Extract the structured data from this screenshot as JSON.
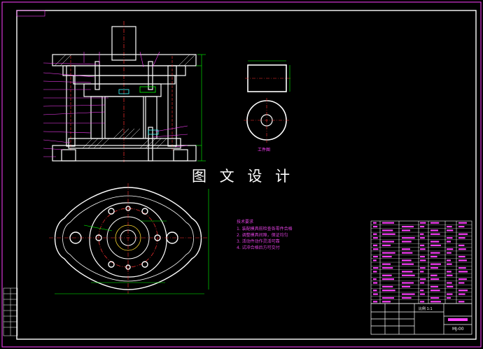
{
  "drawing": {
    "watermark": "图 文 设 计",
    "part_view_label": "工件图",
    "notes": {
      "title": "技术要求",
      "items": [
        "1. 装配模具前检查各零件合格",
        "2. 调整模具间隙，保证均匀",
        "3. 活动件动作灵活可靠",
        "4. 试冲合格后方可交付"
      ]
    },
    "title_block": {
      "scale": "比例 1:1",
      "drawing_no": "MJ-00"
    },
    "colors": {
      "frame": "#ff40ff",
      "geometry": "#ffffff",
      "dimension": "#00ff00",
      "centerline": "#ff3030",
      "callout": "#ff40ff",
      "accent": "#40ffff"
    }
  }
}
